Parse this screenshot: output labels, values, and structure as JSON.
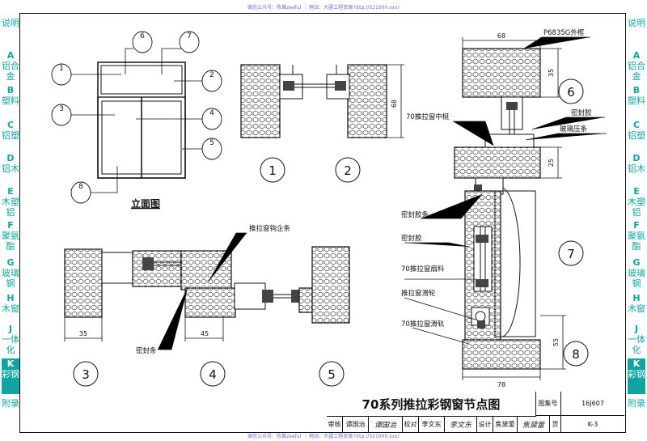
{
  "watermark": "微信公众号：陈冀zeeful ｜ 网站：大疆工程资源 http://521000.xxx/",
  "side_tabs": [
    {
      "letter": "",
      "text": "说明",
      "active": false
    },
    {
      "letter": "A",
      "text": "铝合金",
      "active": false
    },
    {
      "letter": "B",
      "text": "塑料",
      "active": false
    },
    {
      "letter": "C",
      "text": "铝塑",
      "active": false
    },
    {
      "letter": "D",
      "text": "铝木",
      "active": false
    },
    {
      "letter": "E",
      "text": "木塑铝",
      "active": false
    },
    {
      "letter": "F",
      "text": "聚氨酯",
      "active": false
    },
    {
      "letter": "G",
      "text": "玻璃钢",
      "active": false
    },
    {
      "letter": "H",
      "text": "木窗",
      "active": false
    },
    {
      "letter": "J",
      "text": "一体化",
      "active": false
    },
    {
      "letter": "K",
      "text": "彩钢",
      "active": true
    },
    {
      "letter": "",
      "text": "附录",
      "active": false
    }
  ],
  "drawing": {
    "elevation_title": "立面图",
    "elevation_callouts": [
      "1",
      "2",
      "3",
      "4",
      "5",
      "6",
      "7",
      "8"
    ],
    "detail_numbers": [
      "1",
      "2",
      "3",
      "4",
      "5",
      "6",
      "7",
      "8"
    ],
    "dims": {
      "d68_top": "68",
      "d68_side": "68",
      "d35_left": "35",
      "d45": "45",
      "d35_right": "35",
      "d25": "25",
      "d55": "55",
      "d78": "78"
    },
    "labels": {
      "outer_frame": "P6835G外框",
      "sealant_1": "密封胶",
      "glass_bead": "玻璃压条",
      "mid_mullion": "70推拉窗中梃",
      "seal_strip_r": "密封胶条",
      "sealant_2": "密封胶",
      "sash": "70推拉窗扇料",
      "pulley": "推拉窗滑轮",
      "rail": "70推拉窗滑轨",
      "hook": "推拉窗钩企条",
      "seal_strip_l": "密封条"
    }
  },
  "title_block": {
    "title": "70系列推拉彩钢窗节点图",
    "atlas_label": "图集号",
    "atlas_no": "16J607",
    "page_label": "页",
    "page_no": "K-3",
    "review_label": "审核",
    "review_name": "谭国治",
    "check_label": "校对",
    "check_name": "李文东",
    "design_label": "设计",
    "design_name": "焦黛蕾",
    "sig_review": "谭国治",
    "sig_check": "李文东",
    "sig_design": "焦黛蕾"
  }
}
